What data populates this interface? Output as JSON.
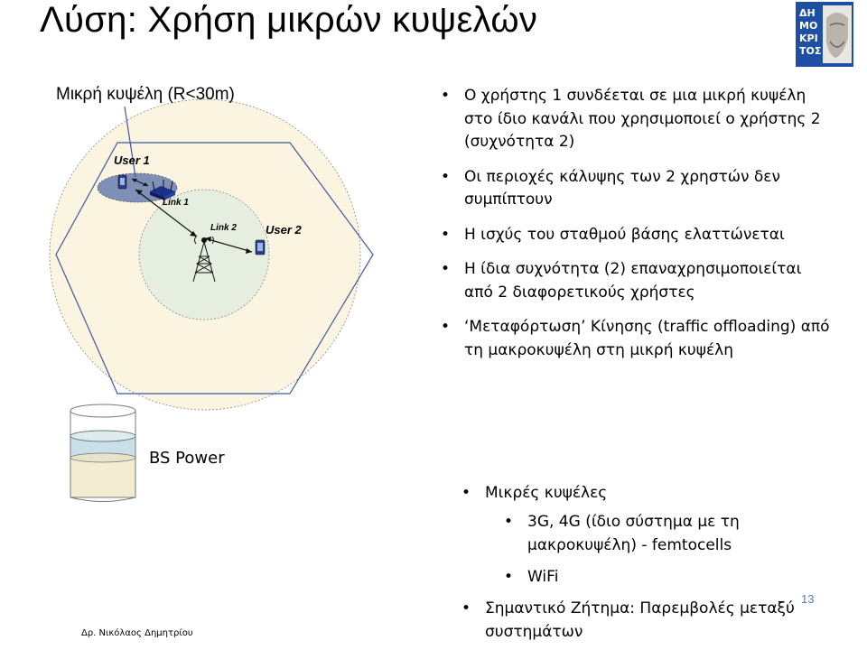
{
  "slide": {
    "title": "Λύση: Χρήση μικρών κυψελών",
    "page_number": "13",
    "author": "Δρ. Νικόλαος Δημητρίου",
    "logo": {
      "icon": "university-logo-icon",
      "text": "ΔΗΜΟΚΡΙΤΟΣ",
      "color": "#1f4fa3"
    }
  },
  "diagram": {
    "small_cell_caption": "Μικρή κυψέλη (R<30m)",
    "user1": "User 1",
    "user2": "User 2",
    "link1": "Link 1",
    "link2": "Link 2",
    "bs_power": "BS Power",
    "colors": {
      "macro_cell": "#fbf4e0",
      "inner_cell": "#e6efdf",
      "small_cell": "#7f8fb6",
      "hexagon": "#3f58a0",
      "battery_fill": "#f4ecd2"
    }
  },
  "bullets": [
    "Ο χρήστης 1 συνδέεται σε μια μικρή κυψέλη στο ίδιο κανάλι που χρησιμοποιεί ο χρήστης 2 (συχνότητα 2)",
    "Οι περιοχές κάλυψης των 2 χρηστών δεν συμπίπτουν",
    "Η ισχύς του σταθμού βάσης ελαττώνεται",
    "Η ίδια συχνότητα (2) επαναχρησιμοποιείται από 2 διαφορετικούς χρήστες",
    "‘Μεταφόρτωση’ Κίνησης (traffic offloading) από τη μακροκυψέλη στη μικρή κυψέλη"
  ],
  "sub_bullets": {
    "small_cells": "Μικρές κυψέλες",
    "items": [
      "3G, 4G (ίδιο σύστημα με τη μακροκυψέλη) - femtocells",
      "WiFi"
    ],
    "issue": "Σημαντικό Ζήτημα: Παρεμβολές μεταξύ συστημάτων"
  }
}
